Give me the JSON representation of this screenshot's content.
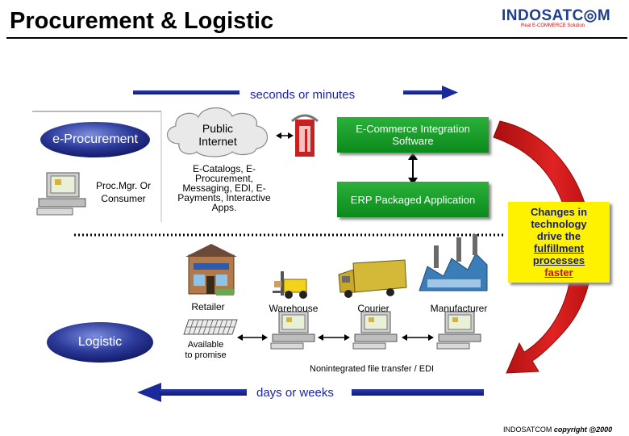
{
  "header": {
    "title": "Procurement & Logistic",
    "logo_text": "INDOSATC◎M",
    "logo_tagline": "Real E-COMMERCE Solution"
  },
  "timeline": {
    "top_label": "seconds or minutes",
    "bottom_label": "days or weeks"
  },
  "procurement": {
    "section_label": "e-Procurement",
    "user_label": "Proc.Mgr. Or Consumer",
    "cloud_label": "Public Internet",
    "apps_label": "E-Catalogs, E-Procurement, Messaging, EDI, E-Payments, Interactive Apps.",
    "integration_box": "E-Commerce Integration Software",
    "erp_box": "ERP Packaged Application"
  },
  "callout": {
    "line1": "Changes in",
    "line2": "technology",
    "line3": "drive the",
    "line4": "fulfillment",
    "line5": "processes",
    "line6": "faster"
  },
  "logistic": {
    "section_label": "Logistic",
    "retailer": "Retailer",
    "warehouse": "Warehouse",
    "courier": "Courier",
    "manufacturer": "Manufacturer",
    "available_line1": "Available",
    "available_line2": "to promise",
    "nonintegrated": "Nonintegrated file transfer / EDI"
  },
  "footer": {
    "company": "INDOSATCOM",
    "copyright": "copyright @2000"
  },
  "colors": {
    "arrow_blue": "#1a2a9a",
    "box_green": "#10951f",
    "big_arrow_red": "#d81a1a",
    "callout_yellow": "#fff200",
    "oval_blue": "#1f2f92"
  }
}
